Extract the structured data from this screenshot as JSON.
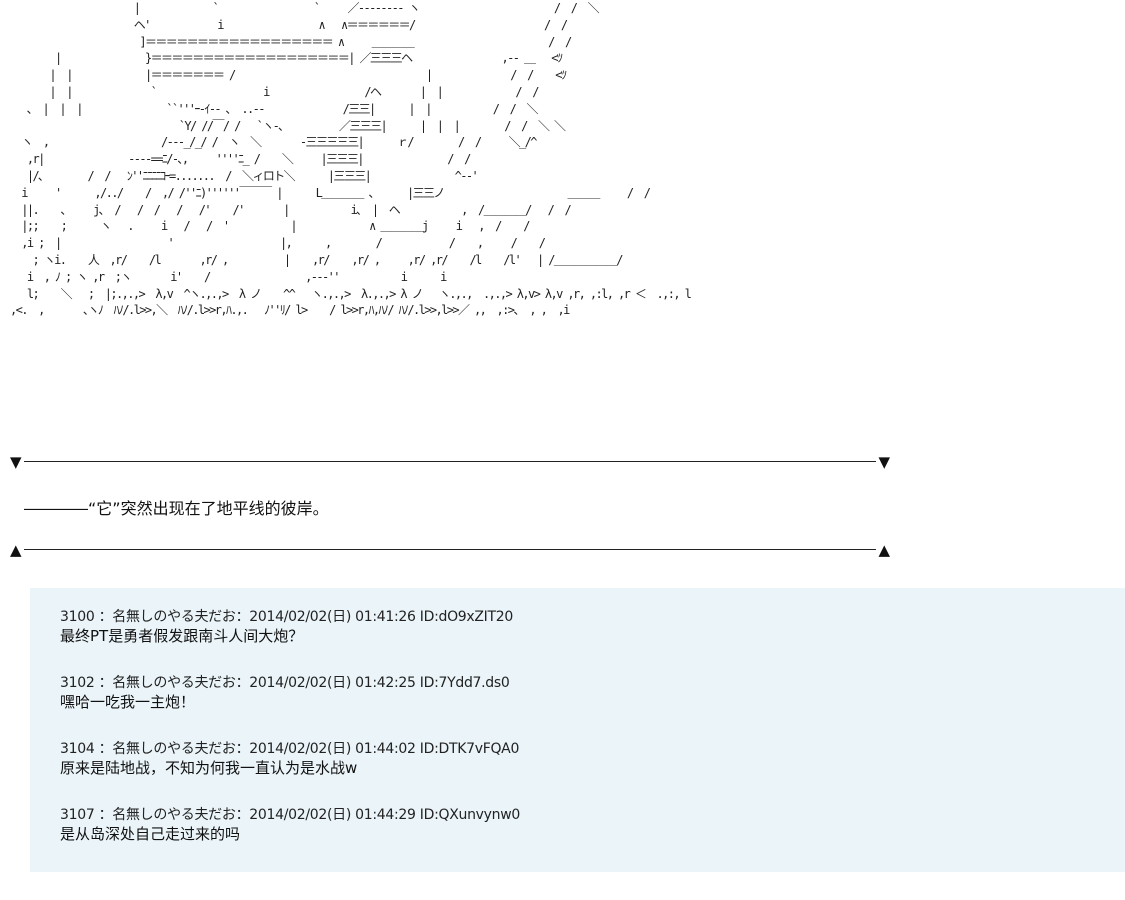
{
  "ascii_art": [
    "                      |             `                 `     ／‐‐‐‐‐‐‐‐ ヽ                        /  /  ＼",
    "                      ヘ'            i                 ∧   ∧＝＝＝＝＝＝/                       /  /",
    "                       ]＝＝＝＝＝＝＝＝＝＝＝＝＝＝＝＝＝＝ ∧     ＿＿＿＿                        /  /",
    "        |               }＝＝＝＝＝＝＝＝＝＝＝＝＝＝＝＝＝＝＝| ／三三三ヘ                ,-‐ ＿   <ﾂ",
    "       |  |             |＝＝＝＝＝＝＝ /                                  |              /  /    <ﾂ",
    "       |  |              `                   i                 /ヘ       |  |             /  /",
    "   ､  |  |  |               ``'''ｰ-ｲ-- ､  ..--              /三三|      |  |           /  /  ＼",
    "                              `Y/ //￣/ /   `ヽ-､          ／三三三|      |  |  |        /  /  ＼ ＼",
    "  ヽ  ,                    /‐‐‐_/_/ /  ヽ  ＼       ‐三三三三三|      ｒ/        /  /     ＼_/^",
    "   ,r|               ‐‐‐‐==ﾆ/-､,     ''''ﾆ_ /    ＼     |三三三|               /  /",
    "   |/､        /  /   ﾝ''ﾆﾆﾆﾆｺｰ=.......  /  ＼ィロト＼      |三三三|               ^‐‐'",
    "  i     '      ,/../    /  ,/ /''ﾆ)''''''￣￣￣ |      L＿＿＿＿ 、     |三三ノ                      ＿＿＿     /  /",
    "  ||.    ､     j､  /   /  /   /   /'    /'       |           i､  |  ヘ           ,  /＿＿＿＿/   /  /",
    "  |;;    ;      ヽ   .     i   /   /  '           |             ∧ ＿＿＿＿j     i   ,  /    /",
    "  ,i ;  |                   '                   |,      ,        /            /    ,     /    /",
    "    ; ヽi.    人  ,r/    /l       ,r/ ,          |    ,r/    ,r/ ,     ,r/ ,r/    /l    /l'   | /＿＿＿＿＿＿/",
    "   i  , ﾉ ; ヽ ,r  ;ヽ       i'    /                 ,‐‐‐''           i      i",
    "   l;    ＼   ;  |;.,.,>  λ,v  ^ヽ.,.,>  λ ノ    ^^   ヽ.,.,>  λ.,.,> λ ノ   ヽ.,.,  .,.,> λ,v> λ,v ,r, ,:l, ,r ＜  .,:, l",
    ",<.  ,       ､ヽﾉ  ﾊﾉ/.l>>,＼  ﾊﾉ/.l>>r,ﾊ.,.   ﾉ''ﾘ/ l>    / l>>r,ﾊ,ﾊﾉ/ ﾊﾉ/.l>>,l>>／ ,,  ,:>、 , ,  ,i"
  ],
  "divider": {
    "left_marker_top": "▼",
    "right_marker_top": "▼",
    "left_marker_bottom": "▲",
    "right_marker_bottom": "▲"
  },
  "narration": "――――“它”突然出现在了地平线的彼岸。",
  "posts": [
    {
      "header": "3100 ：名無しのやる夫だお：2014/02/02(日) 01:41:26 ID:dO9xZIT20",
      "body": "最终PT是勇者假发跟南斗人间大炮？"
    },
    {
      "header": "3102 ：名無しのやる夫だお：2014/02/02(日) 01:42:25 ID:7Ydd7.ds0",
      "body": "嘿哈一吃我一主炮！"
    },
    {
      "header": "3104 ：名無しのやる夫だお：2014/02/02(日) 01:44:02 ID:DTK7vFQA0",
      "body": "原来是陆地战，不知为何我一直认为是水战w"
    },
    {
      "header": "3107 ：名無しのやる夫だお：2014/02/02(日) 01:44:29 ID:QXunvynw0",
      "body": "是从岛深处自己走过来的吗"
    }
  ],
  "colors": {
    "background": "#ffffff",
    "response_panel": "#eaf4f9",
    "text": "#111111"
  }
}
